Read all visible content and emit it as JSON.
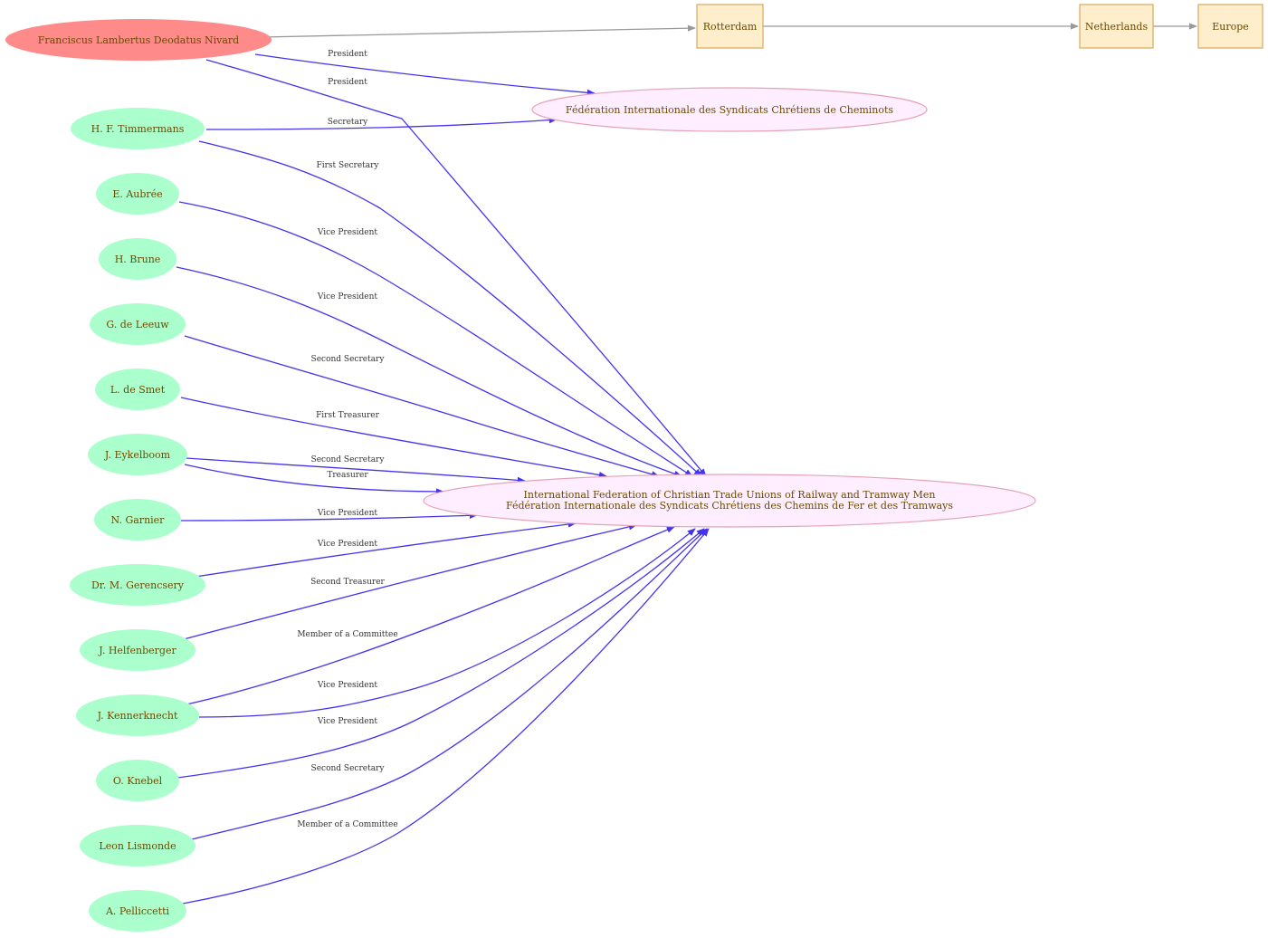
{
  "colors": {
    "person_main_fill": "#ff8a8a",
    "person_fill": "#aaffcc",
    "org_fill": "#ffeeff",
    "org_stroke": "#e5a3b4",
    "place_fill": "#ffeecc",
    "place_stroke": "#d9a85c",
    "membership_edge": "#4433ee",
    "location_edge": "#999999"
  },
  "nodes": [
    {
      "id": "nivard",
      "kind": "person_main",
      "label": "Franciscus Lambertus Deodatus Nivard"
    },
    {
      "id": "rotterdam",
      "kind": "place",
      "label": "Rotterdam"
    },
    {
      "id": "netherlands",
      "kind": "place",
      "label": "Netherlands"
    },
    {
      "id": "europe",
      "kind": "place",
      "label": "Europe"
    },
    {
      "id": "fisccf",
      "kind": "org",
      "label": "Fédération Internationale des Syndicats Chrétiens de Cheminots"
    },
    {
      "id": "iftu",
      "kind": "org",
      "label": "International Federation of  Christian Trade Unions of Railway and Tramway Men",
      "label2": "Fédération Internationale des Syndicats Chrétiens des Chemins de Fer et des Tramways"
    },
    {
      "id": "timmermans",
      "kind": "person",
      "label": "H. F. Timmermans"
    },
    {
      "id": "aubree",
      "kind": "person",
      "label": "E. Aubrée"
    },
    {
      "id": "brune",
      "kind": "person",
      "label": "H. Brune"
    },
    {
      "id": "deleeuw",
      "kind": "person",
      "label": "G. de Leeuw"
    },
    {
      "id": "desmet",
      "kind": "person",
      "label": "L. de Smet"
    },
    {
      "id": "eykelboom",
      "kind": "person",
      "label": "J. Eykelboom"
    },
    {
      "id": "garnier",
      "kind": "person",
      "label": "N. Garnier"
    },
    {
      "id": "gerencsery",
      "kind": "person",
      "label": "Dr. M. Gerencsery"
    },
    {
      "id": "helfenberger",
      "kind": "person",
      "label": "J. Helfenberger"
    },
    {
      "id": "kennerknecht",
      "kind": "person",
      "label": "J. Kennerknecht"
    },
    {
      "id": "knebel",
      "kind": "person",
      "label": "O. Knebel"
    },
    {
      "id": "lismonde",
      "kind": "person",
      "label": "Leon Lismonde"
    },
    {
      "id": "pelliccetti",
      "kind": "person",
      "label": "A. Pelliccetti"
    }
  ],
  "edges": [
    {
      "id": "e0",
      "from": "nivard",
      "to": "rotterdam",
      "kind": "location",
      "label": ""
    },
    {
      "id": "e1",
      "from": "rotterdam",
      "to": "netherlands",
      "kind": "location",
      "label": ""
    },
    {
      "id": "e2",
      "from": "netherlands",
      "to": "europe",
      "kind": "location",
      "label": ""
    },
    {
      "id": "e3",
      "from": "nivard",
      "to": "fisccf",
      "kind": "membership",
      "label": "President"
    },
    {
      "id": "e4",
      "from": "nivard",
      "to": "iftu",
      "kind": "membership",
      "label": "President"
    },
    {
      "id": "e5",
      "from": "timmermans",
      "to": "fisccf",
      "kind": "membership",
      "label": "Secretary"
    },
    {
      "id": "e6",
      "from": "timmermans",
      "to": "iftu",
      "kind": "membership",
      "label": "First Secretary"
    },
    {
      "id": "e7",
      "from": "aubree",
      "to": "iftu",
      "kind": "membership",
      "label": "Vice President"
    },
    {
      "id": "e8",
      "from": "brune",
      "to": "iftu",
      "kind": "membership",
      "label": "Vice President"
    },
    {
      "id": "e9",
      "from": "deleeuw",
      "to": "iftu",
      "kind": "membership",
      "label": "Second Secretary"
    },
    {
      "id": "e10",
      "from": "desmet",
      "to": "iftu",
      "kind": "membership",
      "label": "First Treasurer"
    },
    {
      "id": "e11",
      "from": "eykelboom",
      "to": "iftu",
      "kind": "membership",
      "label": "Second Secretary"
    },
    {
      "id": "e12",
      "from": "eykelboom",
      "to": "iftu",
      "kind": "membership",
      "label": "Treasurer"
    },
    {
      "id": "e13",
      "from": "garnier",
      "to": "iftu",
      "kind": "membership",
      "label": "Vice President"
    },
    {
      "id": "e14",
      "from": "gerencsery",
      "to": "iftu",
      "kind": "membership",
      "label": "Vice President"
    },
    {
      "id": "e15",
      "from": "helfenberger",
      "to": "iftu",
      "kind": "membership",
      "label": "Second Treasurer"
    },
    {
      "id": "e16",
      "from": "kennerknecht",
      "to": "iftu",
      "kind": "membership",
      "label": "Member of a Committee"
    },
    {
      "id": "e17",
      "from": "kennerknecht",
      "to": "iftu",
      "kind": "membership",
      "label": "Vice President"
    },
    {
      "id": "e18",
      "from": "knebel",
      "to": "iftu",
      "kind": "membership",
      "label": "Vice President"
    },
    {
      "id": "e19",
      "from": "lismonde",
      "to": "iftu",
      "kind": "membership",
      "label": "Second Secretary"
    },
    {
      "id": "e20",
      "from": "pelliccetti",
      "to": "iftu",
      "kind": "membership",
      "label": "Member of a Committee"
    }
  ]
}
